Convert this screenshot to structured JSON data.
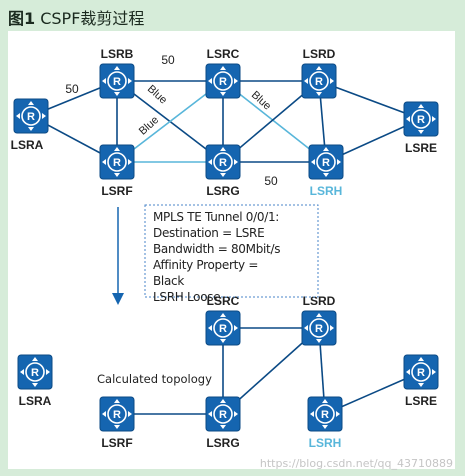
{
  "title": {
    "fig": "图1",
    "text": " CSPF裁剪过程"
  },
  "colors": {
    "page_bg": "#d6ecd9",
    "router_fill": "#1565b0",
    "router_border": "#0b4a85",
    "link": "#0b4a85",
    "blue_link": "#58b6da",
    "highlight_label": "#58b6da"
  },
  "top_topology": {
    "nodes": [
      {
        "id": "LSRA",
        "label": "LSRA"
      },
      {
        "id": "LSRB",
        "label": "LSRB"
      },
      {
        "id": "LSRC",
        "label": "LSRC"
      },
      {
        "id": "LSRD",
        "label": "LSRD"
      },
      {
        "id": "LSRE",
        "label": "LSRE"
      },
      {
        "id": "LSRF",
        "label": "LSRF"
      },
      {
        "id": "LSRG",
        "label": "LSRG"
      },
      {
        "id": "LSRH",
        "label": "LSRH",
        "highlight": true
      }
    ],
    "links": [
      {
        "from": "LSRA",
        "to": "LSRB",
        "color": "dark",
        "label": "50"
      },
      {
        "from": "LSRA",
        "to": "LSRF",
        "color": "dark"
      },
      {
        "from": "LSRB",
        "to": "LSRC",
        "color": "dark",
        "label": "50"
      },
      {
        "from": "LSRB",
        "to": "LSRF",
        "color": "dark"
      },
      {
        "from": "LSRB",
        "to": "LSRG",
        "color": "dark"
      },
      {
        "from": "LSRC",
        "to": "LSRF",
        "color": "blue"
      },
      {
        "from": "LSRC",
        "to": "LSRH",
        "color": "blue"
      },
      {
        "from": "LSRC",
        "to": "LSRG",
        "color": "dark"
      },
      {
        "from": "LSRC",
        "to": "LSRD",
        "color": "dark"
      },
      {
        "from": "LSRF",
        "to": "LSRG",
        "color": "blue"
      },
      {
        "from": "LSRG",
        "to": "LSRD",
        "color": "dark"
      },
      {
        "from": "LSRG",
        "to": "LSRH",
        "color": "dark",
        "label": "50"
      },
      {
        "from": "LSRD",
        "to": "LSRH",
        "color": "dark"
      },
      {
        "from": "LSRD",
        "to": "LSRE",
        "color": "dark"
      },
      {
        "from": "LSRE",
        "to": "LSRH",
        "color": "dark"
      }
    ],
    "link_labels": [
      "50",
      "50",
      "50"
    ],
    "blue_labels": [
      "Blue",
      "Blue",
      "Blue"
    ]
  },
  "config_box": {
    "lines": [
      "MPLS TE Tunnel 0/0/1:",
      "Destination = LSRE",
      "Bandwidth = 80Mbit/s",
      "Affinity Property =",
      "Black",
      "LSRH Loose"
    ]
  },
  "bottom_topology": {
    "caption": "Calculated topology",
    "nodes": [
      {
        "id": "LSRA",
        "label": "LSRA"
      },
      {
        "id": "LSRC",
        "label": "LSRC"
      },
      {
        "id": "LSRD",
        "label": "LSRD"
      },
      {
        "id": "LSRE",
        "label": "LSRE"
      },
      {
        "id": "LSRF",
        "label": "LSRF"
      },
      {
        "id": "LSRG",
        "label": "LSRG"
      },
      {
        "id": "LSRH",
        "label": "LSRH",
        "highlight": true
      }
    ],
    "links": [
      {
        "from": "LSRC",
        "to": "LSRG"
      },
      {
        "from": "LSRC",
        "to": "LSRD"
      },
      {
        "from": "LSRF",
        "to": "LSRG"
      },
      {
        "from": "LSRG",
        "to": "LSRD"
      },
      {
        "from": "LSRD",
        "to": "LSRH"
      },
      {
        "from": "LSRH",
        "to": "LSRE"
      }
    ]
  },
  "watermark": "https://blog.csdn.net/qq_43710889"
}
